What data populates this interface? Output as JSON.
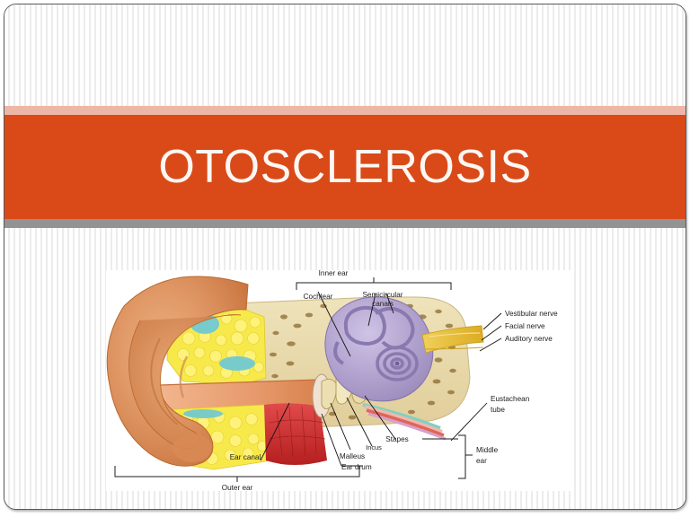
{
  "slide": {
    "title": "OTOSCLEROSIS",
    "accent_color": "#d94a18",
    "band_top_color": "#eeb6a7",
    "band_bottom_color": "#939393",
    "background_color": "#ffffff",
    "title_color": "#fdf7f3"
  },
  "diagram": {
    "name": "human-ear-anatomy",
    "labels": {
      "inner_ear": "Inner ear",
      "cochlear": "Cochlear",
      "semicircular_canals_l1": "Semicircular",
      "semicircular_canals_l2": "canals",
      "vestibular_nerve": "Vestibular nerve",
      "facial_nerve": "Facial  nerve",
      "auditory_nerve": "Auditory nerve",
      "eustachean_tube_l1": "Eustachean",
      "eustachean_tube_l2": "tube",
      "stapes": "Stapes",
      "incus": "Incus",
      "malleus": "Malleus",
      "middle_ear_l1": "Middle",
      "middle_ear_l2": "ear",
      "ear_drum": "Ear drum",
      "ear_canal": "Ear canal",
      "outer_ear": "Outer ear"
    },
    "colors": {
      "pinna": "#d98a55",
      "pinna_light": "#e9a775",
      "fat_tissue": "#f5e53a",
      "bone": "#e8d9a8",
      "cochlea": "#b0a2cc",
      "nerve_yellow": "#e8c33a",
      "muscle_red": "#cf2b2b",
      "canal_inner": "#e8956a",
      "cartilage_blue": "#66c6d4"
    }
  }
}
